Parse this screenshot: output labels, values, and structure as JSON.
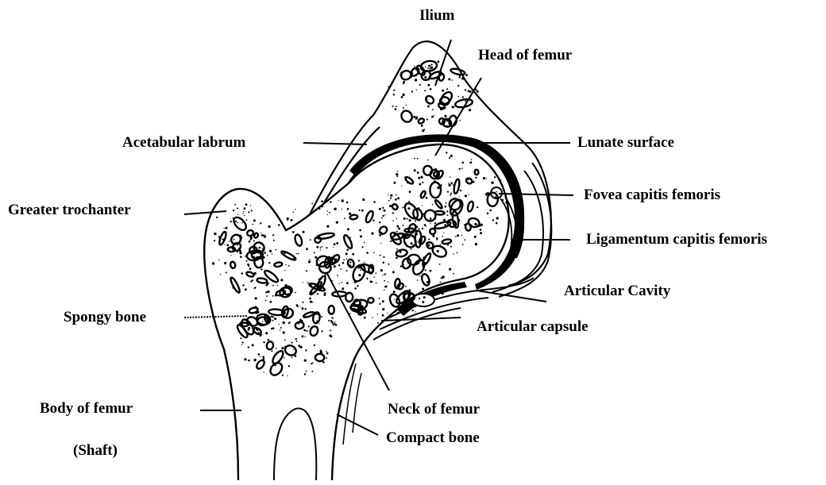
{
  "labels": {
    "ilium": "Ilium",
    "head_of_femur": "Head of femur",
    "acetabular_labrum": "Acetabular labrum",
    "lunate_surface": "Lunate surface",
    "fovea_capitis_femoris": "Fovea capitis femoris",
    "greater_trochanter": "Greater trochanter",
    "ligamentum_capitis_femoris": "Ligamentum capitis femoris",
    "articular_cavity": "Articular Cavity",
    "spongy_bone": "Spongy bone",
    "articular_capsule": "Articular capsule",
    "body_of_femur": "Body of femur",
    "shaft": "(Shaft)",
    "neck_of_femur": "Neck of femur",
    "compact_bone": "Compact bone"
  },
  "colors": {
    "ink": "#000000",
    "background": "#ffffff"
  }
}
